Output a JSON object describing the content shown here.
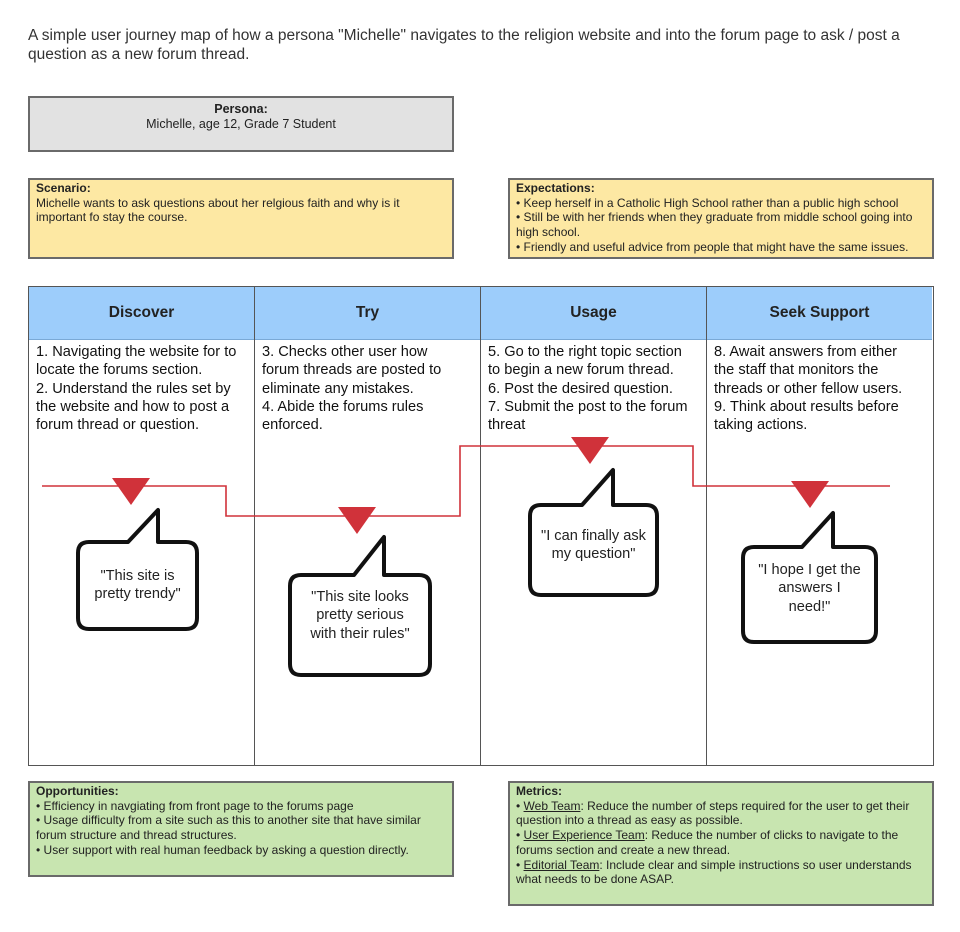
{
  "intro": "A simple user journey map of how a persona \"Michelle\" navigates to the religion website and into the forum page to ask / post a question as a new forum thread.",
  "persona": {
    "title": "Persona:",
    "text": "Michelle, age 12, Grade 7 Student"
  },
  "scenario": {
    "title": "Scenario:",
    "lines": [
      "Michelle wants to ask questions about her relgious faith and why is it",
      "important fo stay the course."
    ]
  },
  "expectations": {
    "title": "Expectations:",
    "lines": [
      "• Keep herself in a Catholic High School rather than a public high school",
      "• Still be with her friends when they graduate from middle school going into",
      "high school.",
      "• Friendly and useful advice from people that might have the same issues."
    ]
  },
  "columns": [
    {
      "title": "Discover",
      "lines": [
        "1. Navigating the website for to",
        "locate the forums section.",
        "2. Understand the rules set by",
        "the website and how to post a",
        "forum thread or question."
      ]
    },
    {
      "title": "Try",
      "lines": [
        "3. Checks other user how",
        "forum threads are posted to",
        "eliminate any mistakes.",
        "4. Abide the forums rules",
        "enforced."
      ]
    },
    {
      "title": "Usage",
      "lines": [
        "5. Go to the right topic section",
        "to begin a new forum thread.",
        "6. Post the desired question.",
        "7. Submit the post to the forum",
        "threat"
      ]
    },
    {
      "title": "Seek Support",
      "lines": [
        "8. Await answers from either",
        "the staff that monitors the",
        "threads or other fellow users.",
        "9. Think about results before",
        "taking actions."
      ]
    }
  ],
  "bubbles": [
    {
      "lines": [
        "\"This site is",
        "pretty trendy\""
      ]
    },
    {
      "lines": [
        "\"This site looks",
        "pretty serious",
        "with their rules\""
      ]
    },
    {
      "lines": [
        "\"I can finally ask",
        "my question\""
      ]
    },
    {
      "lines": [
        "\"I hope I get the",
        "answers I",
        "need!\""
      ]
    }
  ],
  "colors": {
    "header": "#9dcdfb",
    "journey_line": "#d0323a",
    "yellow_note": "#fde8a3",
    "green_note": "#c8e5b0",
    "persona_box": "#e2e2e2"
  },
  "opportunities": {
    "title": "Opportunities:",
    "lines": [
      "• Efficiency in navgiating from front page to the forums page",
      "• Usage difficulty from a site such as this to another site that have similar",
      "forum structure and thread structures.",
      "• User support with real human feedback by asking a question directly."
    ]
  },
  "metrics": {
    "title": "Metrics:",
    "items": [
      {
        "bullet": "• ",
        "team": "Web Team",
        "lines": [
          ": Reduce the number of steps required for the user to get their",
          "question into a thread as easy as possible."
        ]
      },
      {
        "bullet": "• ",
        "team": "User Experience Team",
        "lines": [
          ": Reduce the number of clicks to navigate to the",
          "forums section and create a new thread."
        ]
      },
      {
        "bullet": "• ",
        "team": "Editorial Team",
        "lines": [
          ": Include clear and simple instructions so user understands",
          "what needs to be done ASAP."
        ]
      }
    ]
  }
}
